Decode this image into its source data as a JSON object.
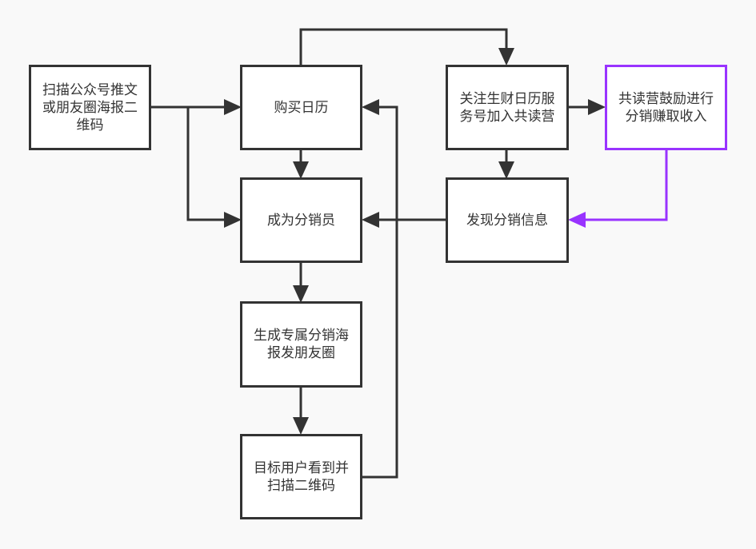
{
  "colors": {
    "stroke": "#333333",
    "accent": "#9933ff",
    "background": "#f9f9f9",
    "node_fill": "#ffffff"
  },
  "nodes": {
    "scan_article": {
      "label": "扫描公众号推文或朋友圈海报二维码"
    },
    "buy_calendar": {
      "label": "购买日历"
    },
    "follow_account": {
      "label": "关注生财日历服务号加入共读营"
    },
    "reading_camp": {
      "label": "共读营鼓励进行分销赚取收入"
    },
    "become_distributor": {
      "label": "成为分销员"
    },
    "discover_info": {
      "label": "发现分销信息"
    },
    "generate_poster": {
      "label": "生成专属分销海报发朋友圈"
    },
    "target_user": {
      "label": "目标用户看到并扫描二维码"
    }
  },
  "edges": [
    {
      "from": "scan_article",
      "to": "buy_calendar"
    },
    {
      "from": "scan_article",
      "to": "become_distributor"
    },
    {
      "from": "buy_calendar",
      "to": "follow_account"
    },
    {
      "from": "buy_calendar",
      "to": "become_distributor"
    },
    {
      "from": "follow_account",
      "to": "reading_camp"
    },
    {
      "from": "follow_account",
      "to": "discover_info"
    },
    {
      "from": "reading_camp",
      "to": "discover_info",
      "color": "accent"
    },
    {
      "from": "discover_info",
      "to": "become_distributor"
    },
    {
      "from": "become_distributor",
      "to": "generate_poster"
    },
    {
      "from": "generate_poster",
      "to": "target_user"
    },
    {
      "from": "target_user",
      "to": "buy_calendar"
    }
  ]
}
